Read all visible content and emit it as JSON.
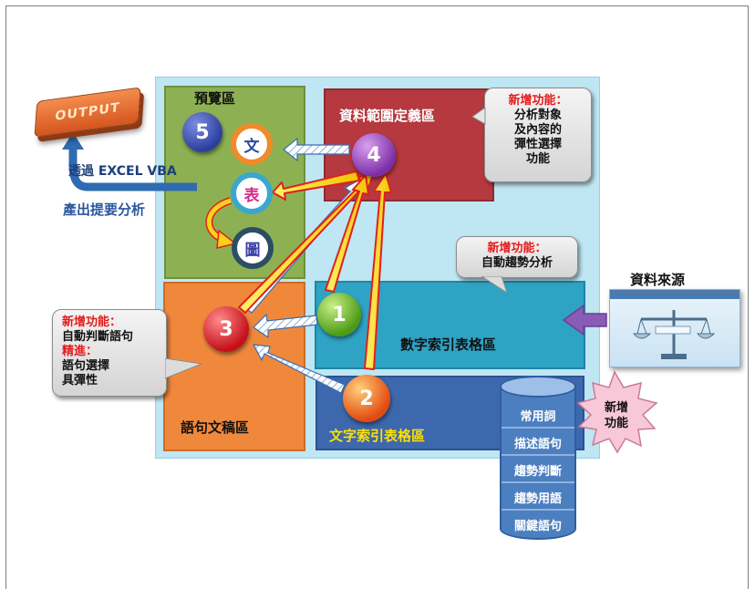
{
  "panels": {
    "preview": "預覽區",
    "range": "資料範圍定義區",
    "numeric": "數字索引表格區",
    "text": "文字索引表格區",
    "sentence": "語句文稿區"
  },
  "output_button": "OUTPUT",
  "excel_line1": "透過 EXCEL VBA",
  "excel_line2": "產出提要分析",
  "balls": {
    "one": "1",
    "two": "2",
    "three": "3",
    "four": "4",
    "five": "5"
  },
  "preview_icons": {
    "text": "文",
    "table": "表",
    "chart": "圖"
  },
  "callout_range": {
    "title": "新增功能：",
    "lines": [
      "分析對象",
      "及內容的",
      "彈性選擇",
      "功能"
    ]
  },
  "callout_trend": {
    "title": "新增功能：",
    "line": "自動趨勢分析"
  },
  "callout_sentence": {
    "title": "新增功能：",
    "line1": "自動判斷語句",
    "refine": "精進：",
    "line2": "語句選擇",
    "line3": "具彈性"
  },
  "data_source": {
    "label": "資料來源"
  },
  "db_segments": [
    "常用詞",
    "描述語句",
    "趨勢判斷",
    "趨勢用語",
    "關鍵語句"
  ],
  "starburst": {
    "line1": "新增",
    "line2": "功能"
  },
  "colors": {
    "panel_bg": "#bfe6f3",
    "preview": "#8db152",
    "range": "#b5393f",
    "numeric": "#2fa3c4",
    "text": "#3d68ad",
    "sentence": "#f0883c",
    "db": "#4c7fc0"
  }
}
